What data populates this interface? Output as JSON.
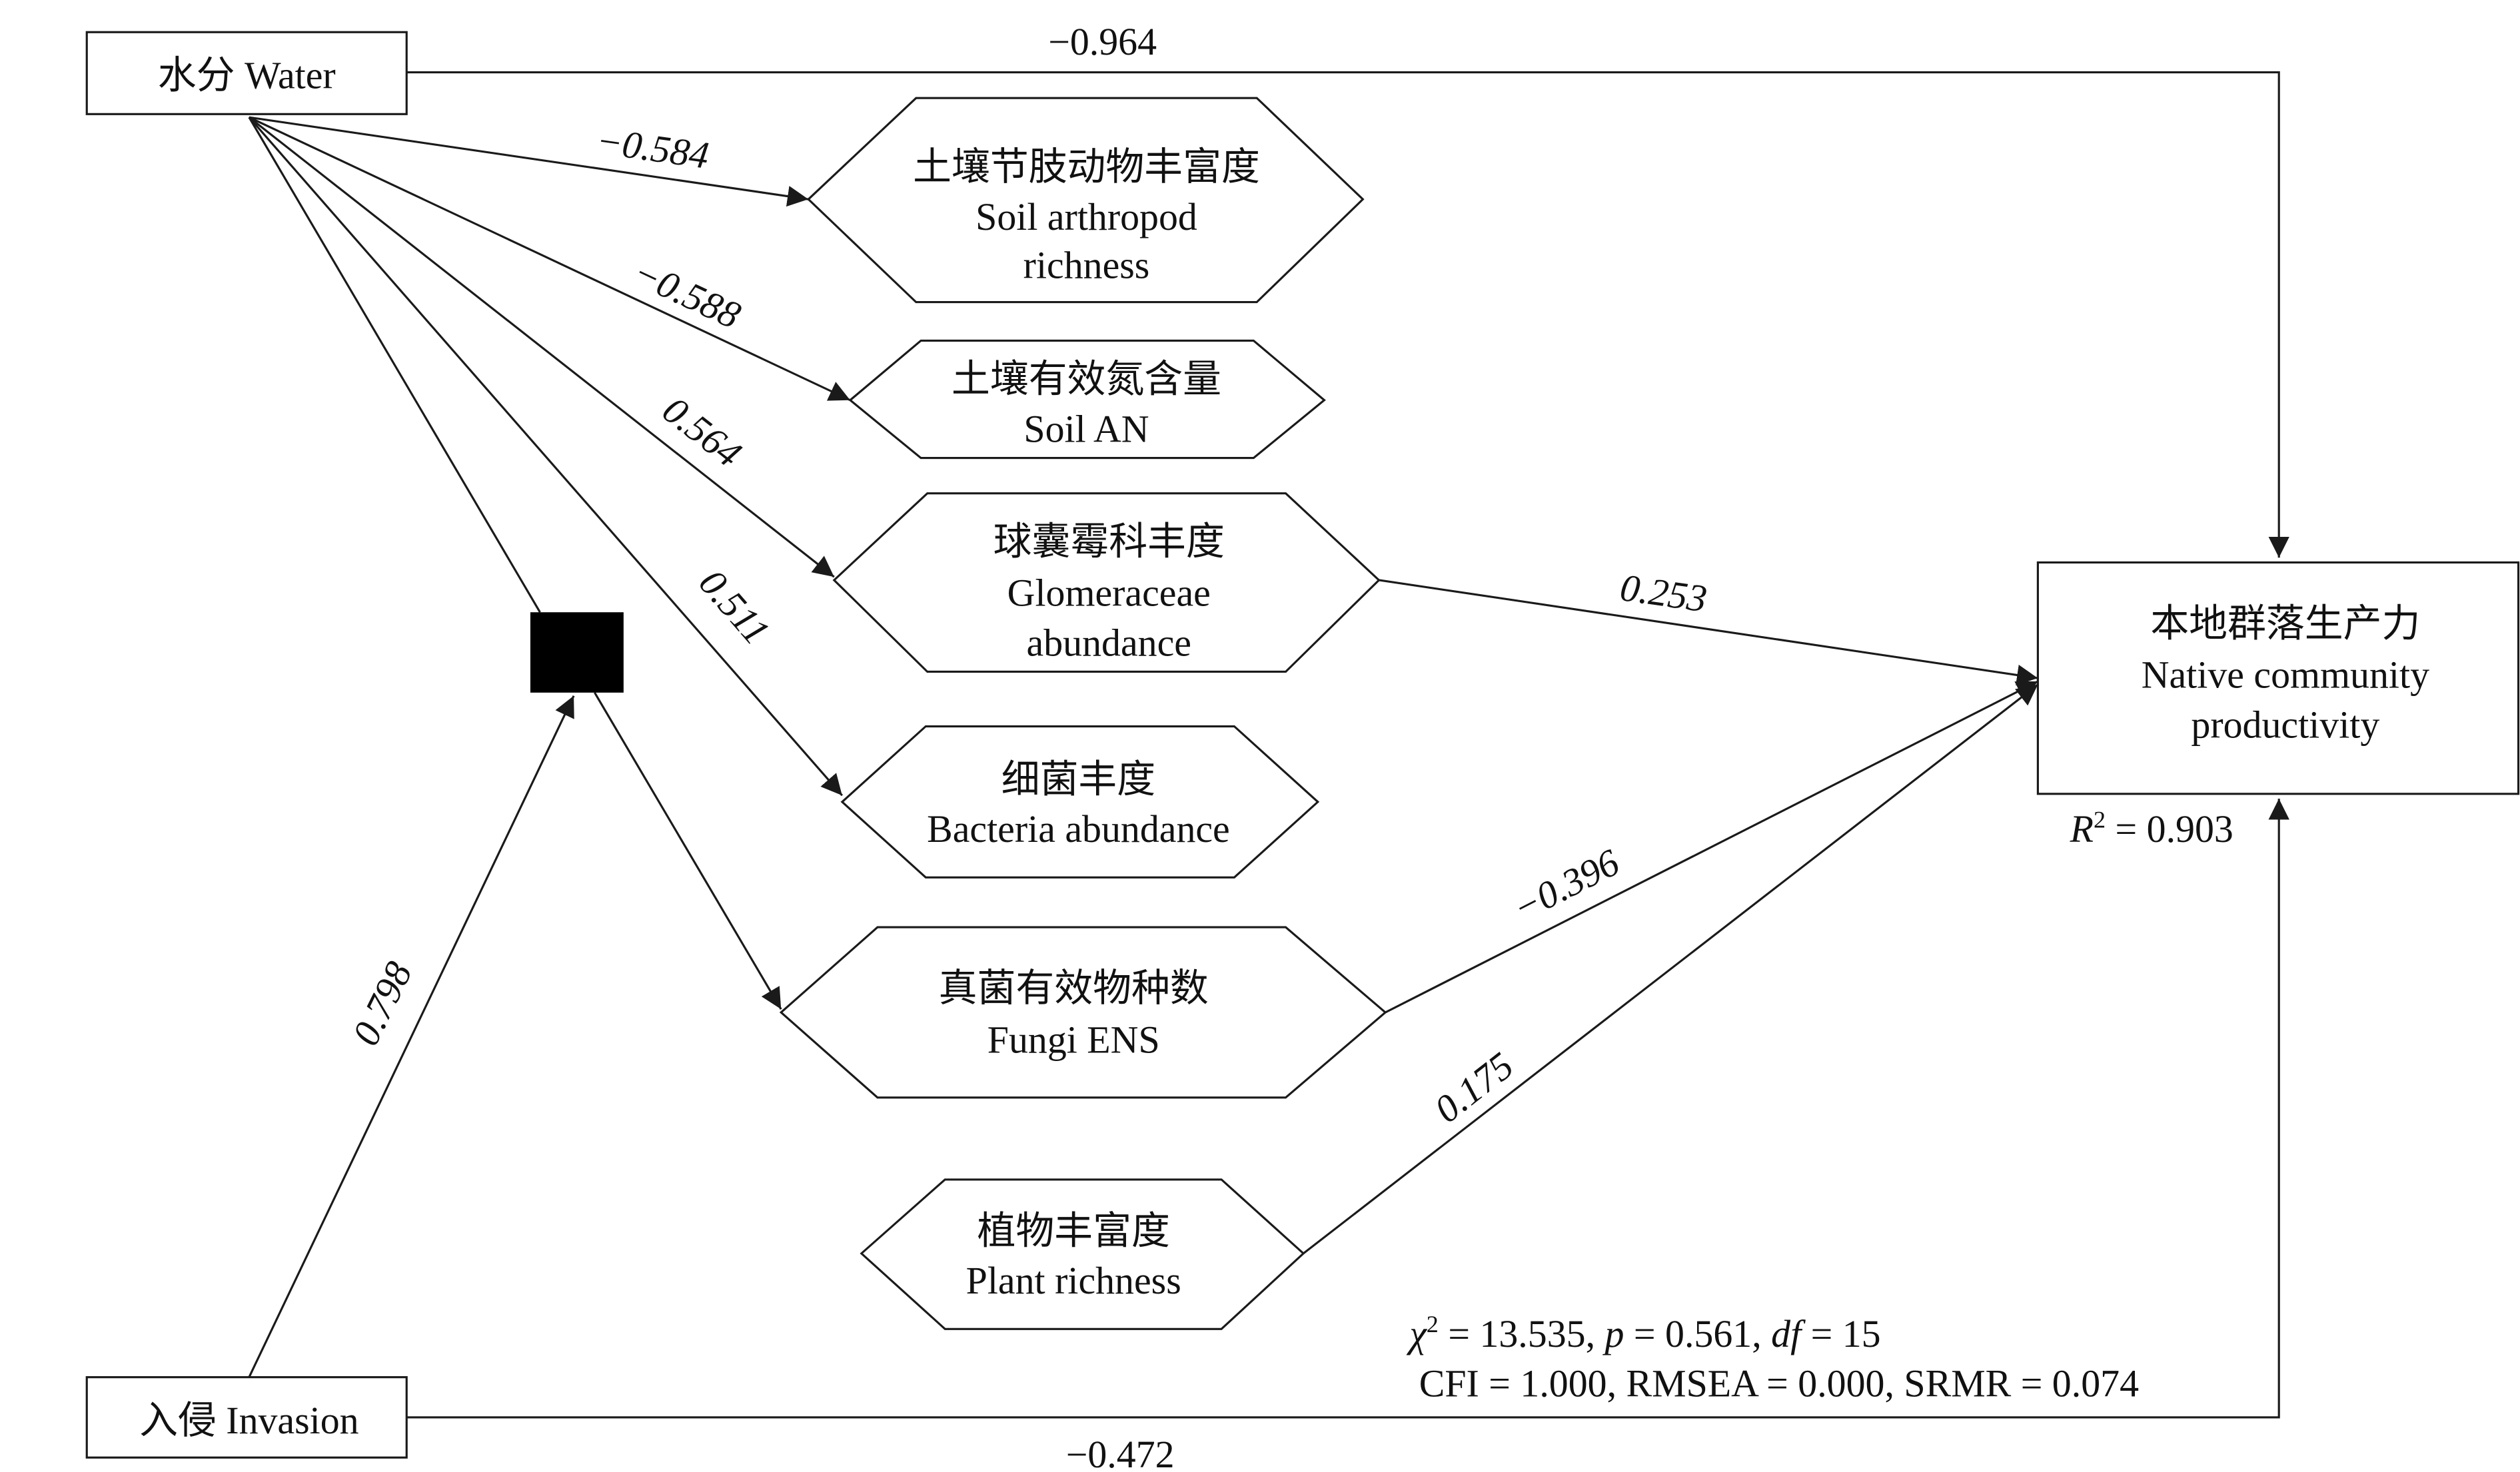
{
  "nodes": {
    "water": {
      "text": "水分 Water"
    },
    "invasion": {
      "text": "入侵 Invasion"
    },
    "arthropod": {
      "zh": "土壤节肢动物丰富度",
      "en1": "Soil arthropod",
      "en2": "richness"
    },
    "soil_an": {
      "zh": "土壤有效氮含量",
      "en1": "Soil AN"
    },
    "glomeraceae": {
      "zh": "球囊霉科丰度",
      "en1": "Glomeraceae",
      "en2": "abundance"
    },
    "bacteria": {
      "zh": "细菌丰度",
      "en1": "Bacteria abundance"
    },
    "fungi": {
      "zh": "真菌有效物种数",
      "en1": "Fungi ENS"
    },
    "plant": {
      "zh": "植物丰富度",
      "en1": "Plant richness"
    },
    "productivity": {
      "zh": "本地群落生产力",
      "en1": "Native community",
      "en2": "productivity"
    }
  },
  "coefficients": {
    "water_productivity": "−0.964",
    "water_arthropod": "−0.584",
    "water_soil_an": "−0.588",
    "water_glomeraceae": "0.564",
    "water_bacteria": "0.511",
    "glomeraceae_productivity": "0.253",
    "fungi_productivity": "−0.396",
    "plant_productivity": "0.175",
    "invasion_interaction": "0.798",
    "invasion_productivity": "−0.472"
  },
  "r_squared": {
    "symbol": "R",
    "sup": "2",
    "value": " = 0.903"
  },
  "fit": {
    "chi_symbol": "χ",
    "chi_sup": "2",
    "chi_value": " = 13.535, ",
    "p_symbol": "p",
    "p_value": " = 0.561, ",
    "df_symbol": "df",
    "df_value": " = 15",
    "line2": "CFI = 1.000, RMSEA = 0.000, SRMR = 0.074"
  }
}
